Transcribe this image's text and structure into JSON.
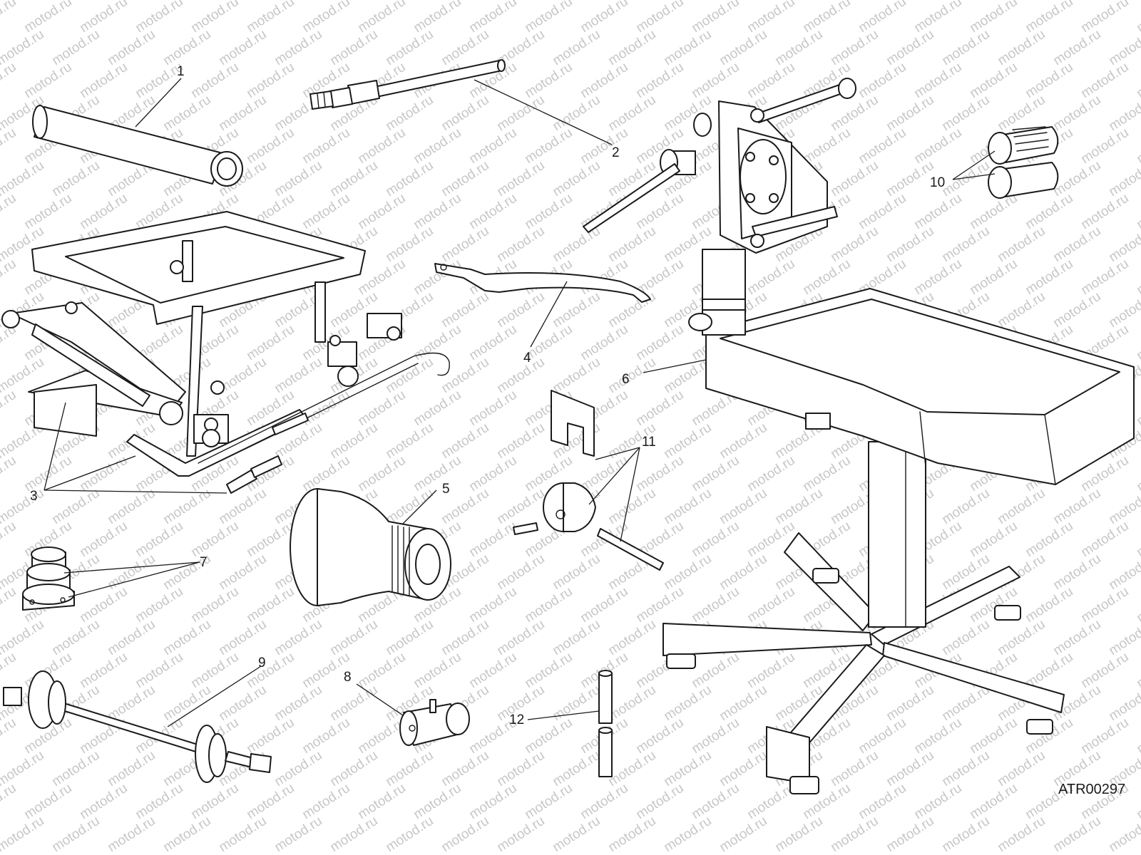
{
  "watermark": "motod.ru",
  "drawing_code": "ATR00297",
  "callouts": [
    "1",
    "2",
    "3",
    "4",
    "5",
    "6",
    "7",
    "8",
    "9",
    "10",
    "11",
    "12"
  ]
}
